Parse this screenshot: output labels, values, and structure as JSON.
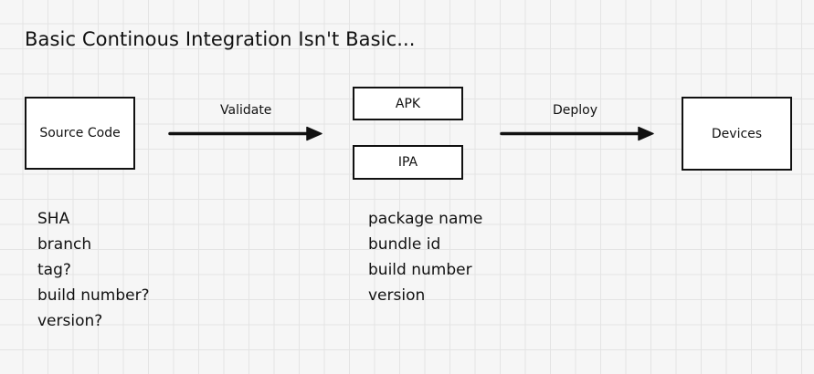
{
  "title": "Basic Continous Integration Isn't Basic...",
  "nodes": {
    "source": "Source Code",
    "apk": "APK",
    "ipa": "IPA",
    "devices": "Devices"
  },
  "edges": {
    "validate": "Validate",
    "deploy": "Deploy"
  },
  "source_attributes": [
    "SHA",
    "branch",
    "tag?",
    "build number?",
    "version?"
  ],
  "artifact_attributes": [
    "package name",
    "bundle id",
    "build number",
    "version"
  ]
}
